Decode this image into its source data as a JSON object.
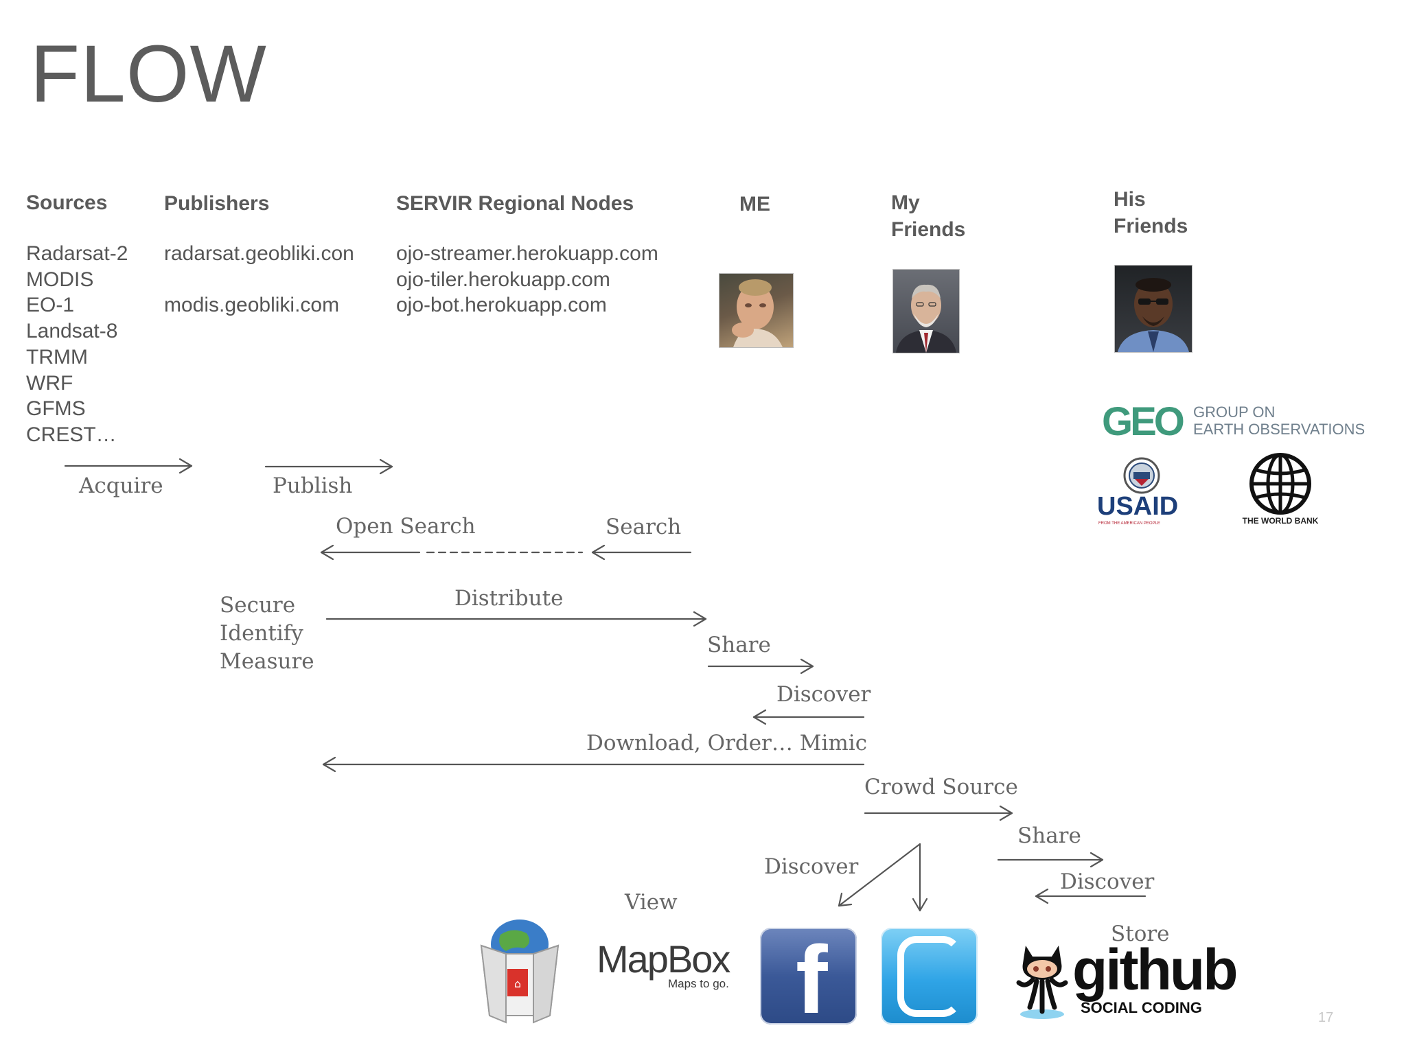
{
  "slide": {
    "title": "FLOW",
    "page_number": "17"
  },
  "columns": {
    "sources": {
      "header": "Sources",
      "items": [
        "Radarsat-2",
        "MODIS",
        "EO-1",
        "Landsat-8",
        "TRMM",
        "WRF",
        "GFMS",
        "CREST…"
      ]
    },
    "publishers": {
      "header": "Publishers",
      "items": [
        "radarsat.geobliki.con",
        "",
        "modis.geobliki.com"
      ]
    },
    "servir": {
      "header": "SERVIR Regional Nodes",
      "items": [
        "ojo-streamer.herokuapp.com",
        "ojo-tiler.herokuapp.com",
        "ojo-bot.herokuapp.com"
      ]
    },
    "me": {
      "header": "ME"
    },
    "my_friends": {
      "header_line1": "My",
      "header_line2": "Friends"
    },
    "his_friends": {
      "header_line1": "His",
      "header_line2": "Friends"
    }
  },
  "flow_labels": {
    "acquire": "Acquire",
    "publish": "Publish",
    "open_search": "Open Search",
    "search": "Search",
    "secure": "Secure",
    "identify": "Identify",
    "measure": "Measure",
    "distribute": "Distribute",
    "share_1": "Share",
    "discover_1": "Discover",
    "download_order": "Download,  Order… Mimic",
    "crowd_source": "Crowd Source",
    "share_2": "Share",
    "discover_2": "Discover",
    "discover_3": "Discover",
    "view": "View",
    "store": "Store"
  },
  "logos": {
    "geo": {
      "mark": "GEO",
      "line1": "GROUP ON",
      "line2": "EARTH OBSERVATIONS"
    },
    "usaid": {
      "name": "USAID",
      "tagline": "FROM THE AMERICAN PEOPLE"
    },
    "worldbank": {
      "name": "THE WORLD BANK"
    },
    "mapbox": {
      "name": "MapBox",
      "tagline": "Maps to go."
    },
    "facebook": {
      "letter": "f"
    },
    "twitter": {
      "letter": "t"
    },
    "github": {
      "name": "github",
      "tagline": "SOCIAL CODING"
    }
  },
  "icons": [
    "takeout-box-globe-icon",
    "facebook-icon",
    "twitter-icon",
    "octocat-icon",
    "world-bank-globe-icon",
    "usaid-seal-icon"
  ],
  "colors": {
    "text": "#555555",
    "arrow": "#555555",
    "facebook": "#3b5998",
    "twitter": "#2fa4e6",
    "geo_green": "#3f9a7c"
  }
}
